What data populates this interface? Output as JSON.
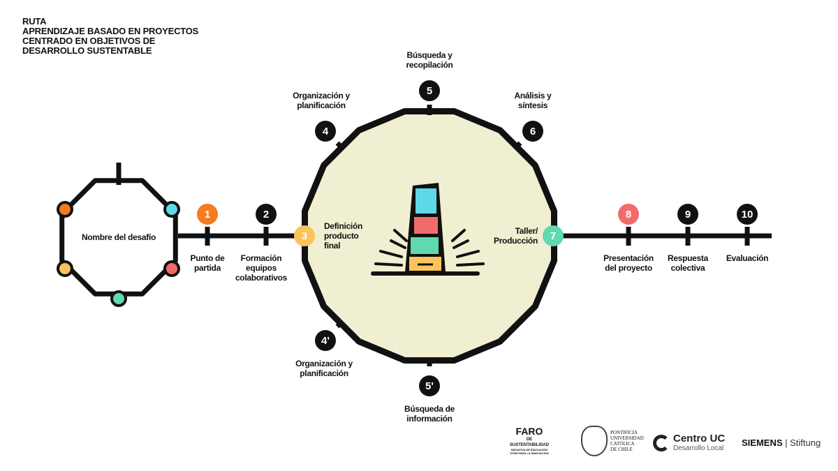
{
  "title": [
    "RUTA",
    "APRENDIZAJE BASADO EN PROYECTOS",
    "CENTRADO EN OBJETIVOS DE",
    "DESARROLLO SUSTENTABLE"
  ],
  "challenge_label": "Nombre del desafío",
  "colors": {
    "orange": "#f47b20",
    "cyan": "#5dd9ea",
    "coral": "#f26b6b",
    "green": "#5fd9ad",
    "yellow": "#fbc35a",
    "cream": "#f0efd2"
  },
  "steps": [
    {
      "n": "1",
      "label": [
        "Punto de",
        "partida"
      ]
    },
    {
      "n": "2",
      "label": [
        "Formación",
        "equipos",
        "colaborativos"
      ]
    },
    {
      "n": "3",
      "label": [
        "Definición",
        "producto",
        "final"
      ]
    },
    {
      "n": "4",
      "label": [
        "Organización y",
        "planificación"
      ]
    },
    {
      "n": "5",
      "label": [
        "Búsqueda y",
        "recopilación"
      ]
    },
    {
      "n": "6",
      "label": [
        "Análisis y",
        "síntesis"
      ]
    },
    {
      "n": "7",
      "label": [
        "Taller/",
        "Producción"
      ]
    },
    {
      "n": "8",
      "label": [
        "Presentación",
        "del proyecto"
      ]
    },
    {
      "n": "9",
      "label": [
        "Respuesta",
        "colectiva"
      ]
    },
    {
      "n": "10",
      "label": [
        "Evaluación"
      ]
    },
    {
      "n": "4'",
      "label": [
        "Organización y",
        "planificación"
      ]
    },
    {
      "n": "5'",
      "label": [
        "Búsqueda de",
        "información"
      ]
    }
  ],
  "center_logo": "FARO",
  "logos": {
    "faro": {
      "name": "FARO",
      "line1": "DE SUSTENTABILIDAD",
      "line2": "INICIATIVA DE EDUCACIÓN STEM PARA LA INNOVACIÓN"
    },
    "puc": [
      "PONTIFICIA",
      "UNIVERSIDAD",
      "CATÓLICA",
      "DE CHILE"
    ],
    "centro": {
      "name": "Centro UC",
      "sub": "Desarrollo Local"
    },
    "siemens": {
      "name": "SIEMENS",
      "sub": "Stiftung"
    }
  }
}
